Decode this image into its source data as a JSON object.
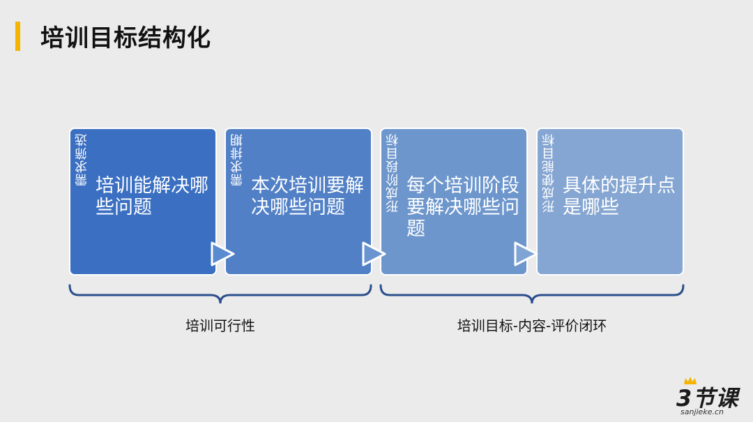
{
  "title": "培训目标结构化",
  "stages": [
    {
      "tag": "需求筛选",
      "text": "培训能解决哪些问题",
      "color": "#3a6fc2"
    },
    {
      "tag": "需求排期",
      "text": "本次培训要解决哪些问题",
      "color": "#5180c6"
    },
    {
      "tag": "形成阶段目标",
      "text": "每个培训阶段要解决哪些问题",
      "color": "#6d96cc"
    },
    {
      "tag": "形成使能目标",
      "text": "具体的提升点是哪些",
      "color": "#85a6d2"
    }
  ],
  "groups": [
    {
      "label": "培训可行性"
    },
    {
      "label": "培训目标-内容-评价闭环"
    }
  ],
  "logo": {
    "mark": "3节课",
    "url": "sanjieke.cn"
  },
  "colors": {
    "accent": "#f4b400",
    "brace": "#2b4f8c",
    "connector": "#ffffff"
  }
}
